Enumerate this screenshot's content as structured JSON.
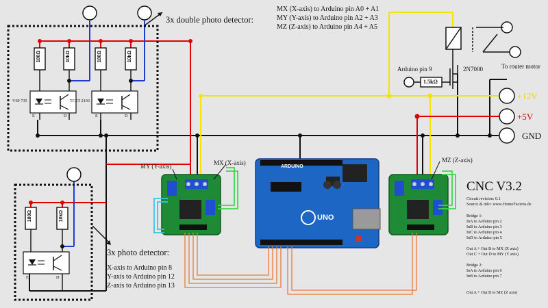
{
  "title": "CNC V3.2",
  "circuit_revision": "Circuit revision: 0.1",
  "source_info": "Source & info: www.HomoFaciens.de",
  "double_detector_heading": "3x double photo detector:",
  "photo_detector_heading": "3x photo detector:",
  "double_detector_pins": [
    "MX (X-axis) to Arduino pin A0 + A1",
    "MY (Y-axis) to Arduino pin A2 + A3",
    "MZ (Z-axis) to Arduino pin A4 + A5"
  ],
  "photo_detector_pins": [
    "X-axis to Arduino pin 8",
    "Y-axis to Arduino pin 12",
    "Z-axis to Arduino pin 13"
  ],
  "rails": {
    "v12": "+12V",
    "v5": "+5V",
    "gnd": "GND"
  },
  "rail_colors": {
    "v12": "#f2e600",
    "v5": "#e00000",
    "gnd": "#111111",
    "signal": "#1f3ecf"
  },
  "relay": {
    "pin_label": "Arduino pin 9",
    "transistor": "2N7000",
    "resistor": "1.5kΩ",
    "output": "To router motor"
  },
  "resistors": {
    "r180": "180Ω",
    "r10k": "10kΩ"
  },
  "sensor_parts": {
    "v69": "V69 735",
    "tcst": "TCST 2103",
    "e": "E",
    "d": "D"
  },
  "bridge_labels": {
    "my": "MY (Y-axis)",
    "mx": "MX (X-axis)",
    "mz": "MZ (Z-axis)"
  },
  "arduino": {
    "brand": "ARDUINO",
    "model": "UNO"
  },
  "bridge_notes": [
    "Bridge 1:",
    "InA to Arduino pin 2",
    "InB to Arduino pin 3",
    "InC to Arduino pin 4",
    "InD to Arduino pin 5",
    "",
    "Out A + Out B to MX (X axis)",
    "Out C + Out D to MY (Y axis)",
    "",
    "Bridge 2:",
    "InA to Arduino pin 6",
    "InB to Arduino pin 7",
    "",
    "",
    "Out A + Out B to MZ (Z axis)"
  ]
}
